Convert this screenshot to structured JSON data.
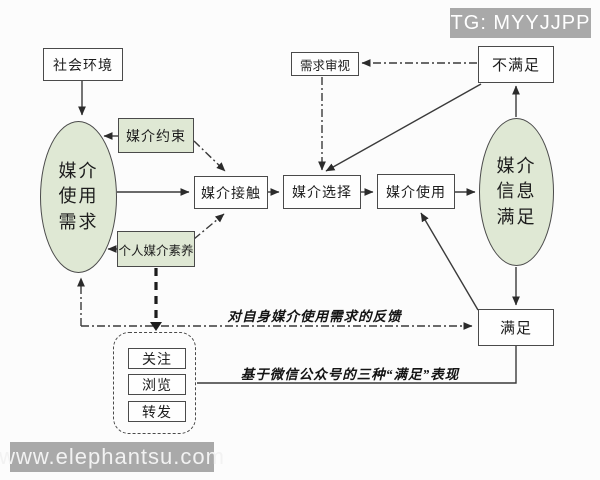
{
  "watermarks": {
    "telegram": "TG: MYYJJPP",
    "site": "www.elephantsu.com"
  },
  "nodes": {
    "social_env": "社会环境",
    "media_constraint": "媒介约束",
    "personal_media_literacy": "个人媒介素养",
    "media_contact": "媒介接触",
    "media_selection": "媒介选择",
    "media_use": "媒介使用",
    "need_review": "需求审视",
    "unsatisfied": "不满足",
    "satisfied": "满足",
    "media_use_need_lines": [
      "媒介",
      "使用",
      "需求"
    ],
    "media_info_satisfaction_lines": [
      "媒介",
      "信息",
      "满足"
    ],
    "behaviors": [
      "关注",
      "浏览",
      "转发"
    ]
  },
  "annotations": {
    "feedback": "对自身媒介使用需求的反馈",
    "satisfaction_basis": "基于微信公众号的三种“满足”表现"
  },
  "colors": {
    "node_fill_green": "#dfe8d4",
    "node_fill_white": "#fefefe",
    "border": "#4a4a4a",
    "line": "#3a3a3a",
    "watermark_bg": "#a9a9a9",
    "watermark_text": "#ffffff",
    "background": "#fcfcfc"
  }
}
